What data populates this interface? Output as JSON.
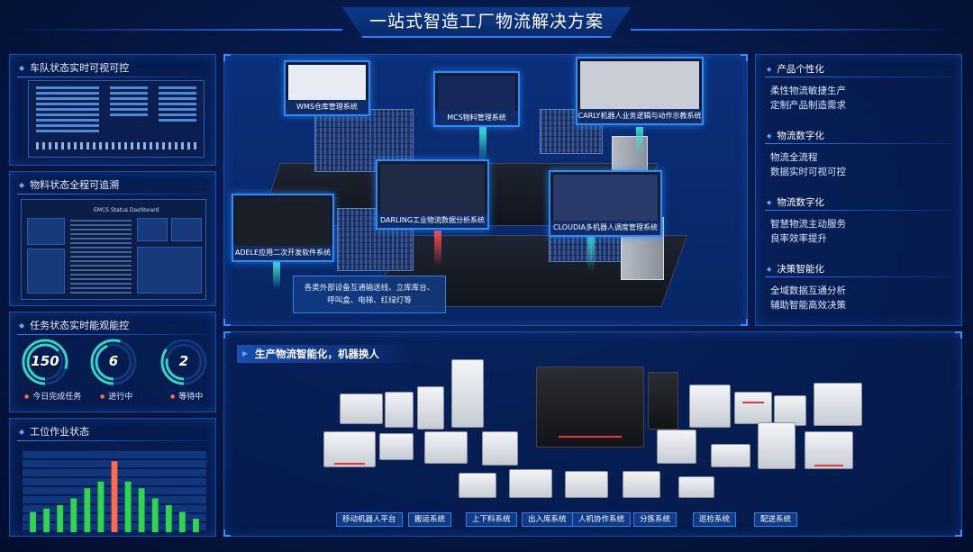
{
  "header": {
    "title": "一站式智造工厂物流解决方案"
  },
  "panels": {
    "fleet": {
      "title": "车队状态实时可视可控"
    },
    "material": {
      "title": "物料状态全程可追溯",
      "screen_title": "EMCS Status Dashboard"
    },
    "task": {
      "title": "任务状态实时能观能控",
      "rings": [
        {
          "value": "150",
          "label": "今日完成任务",
          "color": "#2fd6c8",
          "progress": 0.8
        },
        {
          "value": "6",
          "label": "进行中",
          "color": "#2fd6c8",
          "progress": 0.55
        },
        {
          "value": "2",
          "label": "等待中",
          "color": "#2fd6c8",
          "progress": 0.35
        }
      ]
    },
    "station": {
      "title": "工位作业状态"
    }
  },
  "station_chart": {
    "type": "bar",
    "values": [
      6,
      7,
      8,
      10,
      13,
      15,
      21,
      15,
      13,
      10,
      8,
      6,
      4
    ],
    "highlight_index": 6,
    "highlight_color": "#ff6a4c",
    "color": "#2fd64a",
    "ylim": [
      0,
      24
    ]
  },
  "map": {
    "screens": [
      {
        "label": "WMS仓库管理系统"
      },
      {
        "label": "MCS物料管理系统"
      },
      {
        "label": "CARLY机器人业务逻辑与动作示教系统"
      },
      {
        "label": "DARLING工业物流数据分析系统"
      },
      {
        "label": "CLOUDIA多机器人调度管理系统"
      },
      {
        "label": "ADELE应用二次开发软件系统"
      }
    ],
    "callout_line1": "各类外部设备互通输送线、立库库台、",
    "callout_line2": "呼叫盒、电梯、红绿灯等"
  },
  "features": [
    {
      "head": "产品个性化",
      "line1": "柔性物流敏捷生产",
      "line2": "定制产品制造需求"
    },
    {
      "head": "物流数字化",
      "line1": "物流全流程",
      "line2": "数据实时可视可控"
    },
    {
      "head": "物流数字化",
      "line1": "智慧物流主动服务",
      "line2": "良率效率提升"
    },
    {
      "head": "决策智能化",
      "line1": "全域数据互通分析",
      "line2": "辅助智能高效决策"
    }
  ],
  "robots": {
    "title": "生产物流智能化，机器换人",
    "tags": [
      "移动机器人平台",
      "搬运系统",
      "上下料系统",
      "出入库系统",
      "人机协作系统",
      "分拣系统",
      "巡检系统",
      "配送系统"
    ]
  }
}
